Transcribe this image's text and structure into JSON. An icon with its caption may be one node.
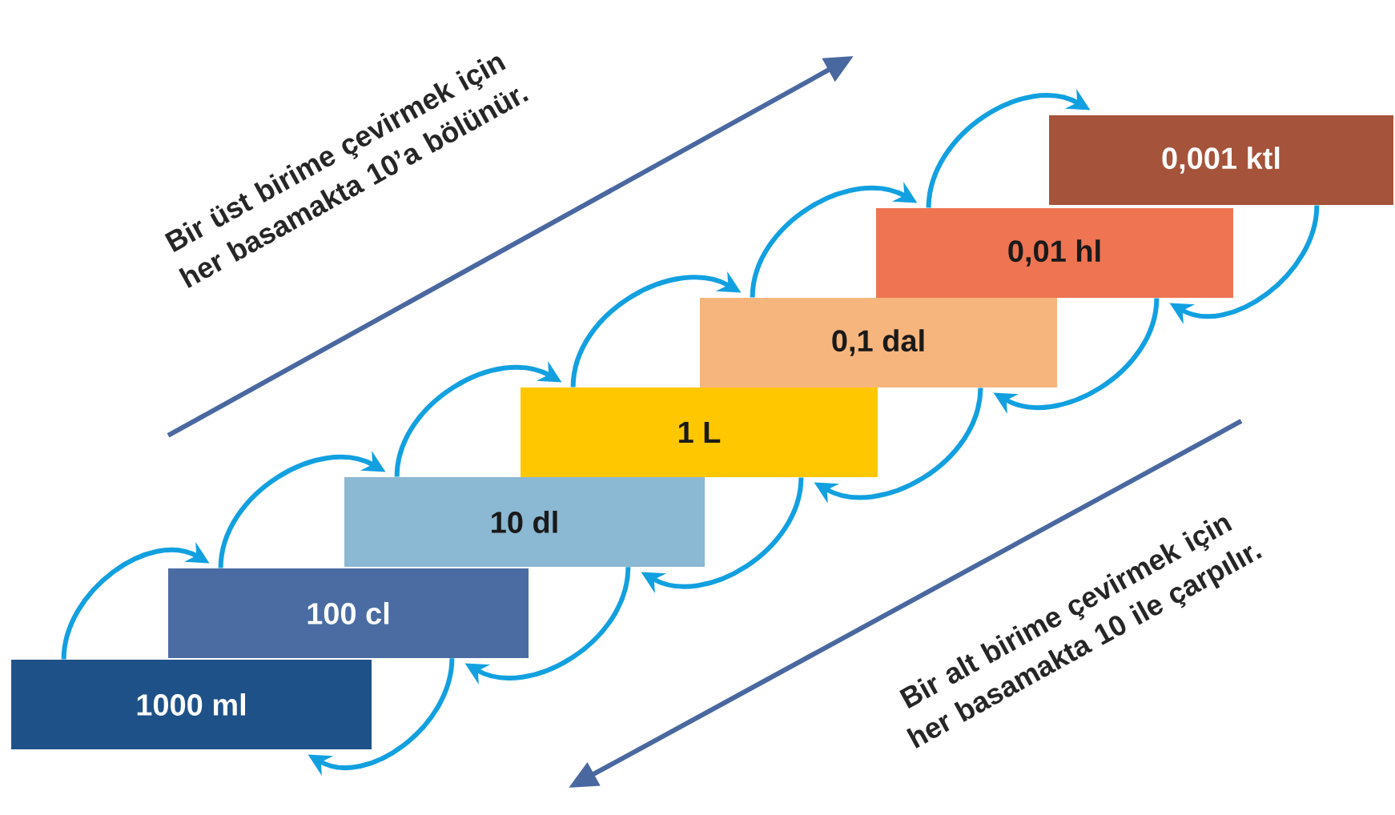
{
  "diagram": {
    "nodes": [
      {
        "text": [
          "1000 ml"
        ]
      },
      {
        "text": [
          "100 cl"
        ]
      },
      {
        "text": [
          "10 dl"
        ]
      },
      {
        "text": [
          "1 L"
        ]
      },
      {
        "text": [
          "0,1 dal"
        ]
      },
      {
        "text": [
          "0,01 hl"
        ]
      },
      {
        "text": [
          "0,001 ktl"
        ]
      }
    ],
    "edges": [
      {
        "from": 0,
        "to": 1,
        "arrow": "to"
      },
      {
        "from": 1,
        "to": 2,
        "arrow": "to"
      },
      {
        "from": 2,
        "to": 3,
        "arrow": "to"
      },
      {
        "from": 3,
        "to": 4,
        "arrow": "to"
      },
      {
        "from": 4,
        "to": 5,
        "arrow": "to"
      },
      {
        "from": 5,
        "to": 6,
        "arrow": "to"
      },
      {
        "from": 6,
        "to": 5,
        "arrow": "to"
      },
      {
        "from": 5,
        "to": 4,
        "arrow": "to"
      },
      {
        "from": 4,
        "to": 3,
        "arrow": "to"
      },
      {
        "from": 3,
        "to": 2,
        "arrow": "to"
      },
      {
        "from": 2,
        "to": 1,
        "arrow": "to"
      },
      {
        "from": 1,
        "to": 0,
        "arrow": "to"
      }
    ],
    "labels": [
      "Bir  üst birime çevirmek için her basamakta 10’a bölünür.",
      "Bir  alt birime çevirmek için her basamakta 10 ile çarpılır."
    ]
  }
}
